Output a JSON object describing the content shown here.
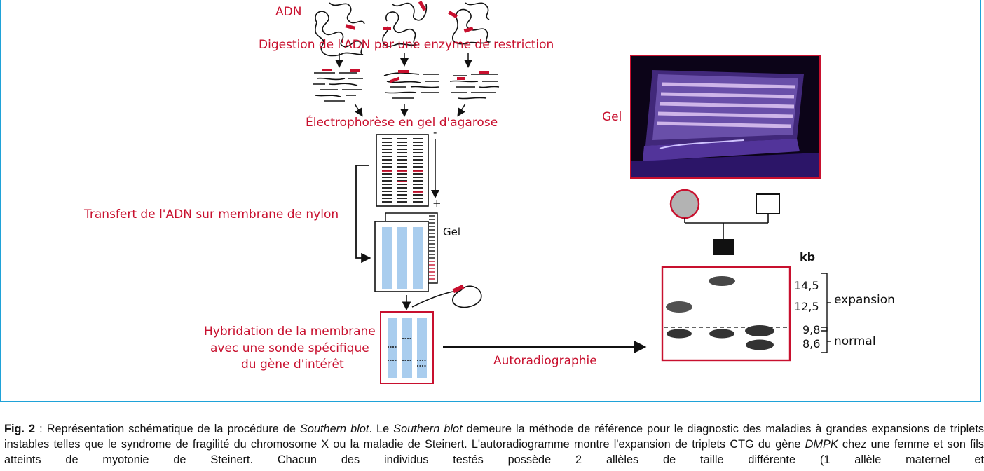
{
  "labels": {
    "adn": "ADN",
    "digestion": "Digestion de l'ADN par une enzyme de restriction",
    "electrophorese": "Électrophorèse en gel d'agarose",
    "transfert": "Transfert de l'ADN sur membrane de nylon",
    "gel_small": "Gel",
    "hybridation_1": "Hybridation de la membrane",
    "hybridation_2": "avec une sonde spécifique",
    "hybridation_3": "du gène d'intérêt",
    "autoradiographie": "Autoradiographie",
    "gel_photo": "Gel",
    "minus": "-",
    "plus": "+"
  },
  "blot": {
    "unit": "kb",
    "sizes": [
      "14,5",
      "12,5",
      "9,8",
      "8,6"
    ],
    "expansion": "expansion",
    "normal": "normal"
  },
  "caption": {
    "fig": "Fig. 2",
    "t1": " : Représentation schématique de la procédure de ",
    "i1": "Southern blot",
    "t2": ". Le ",
    "i2": "Southern blot",
    "t3": " demeure la méthode de référence pour le diagnostic des maladies à grandes expansions de triplets instables telles que le syndrome de fragilité du chromosome X ou la maladie de Steinert. L'autoradiogramme montre l'expansion de triplets CTG du gène ",
    "i3": "DMPK",
    "t4": " chez une femme et son fils atteints de myotonie de Steinert. Chacun des individus testés possède 2 allèles de taille différente (1 allèle maternel et"
  },
  "colors": {
    "accent_red": "#c8102e",
    "frame_blue": "#1fa2d8",
    "lane_blue": "#a9cdee"
  }
}
